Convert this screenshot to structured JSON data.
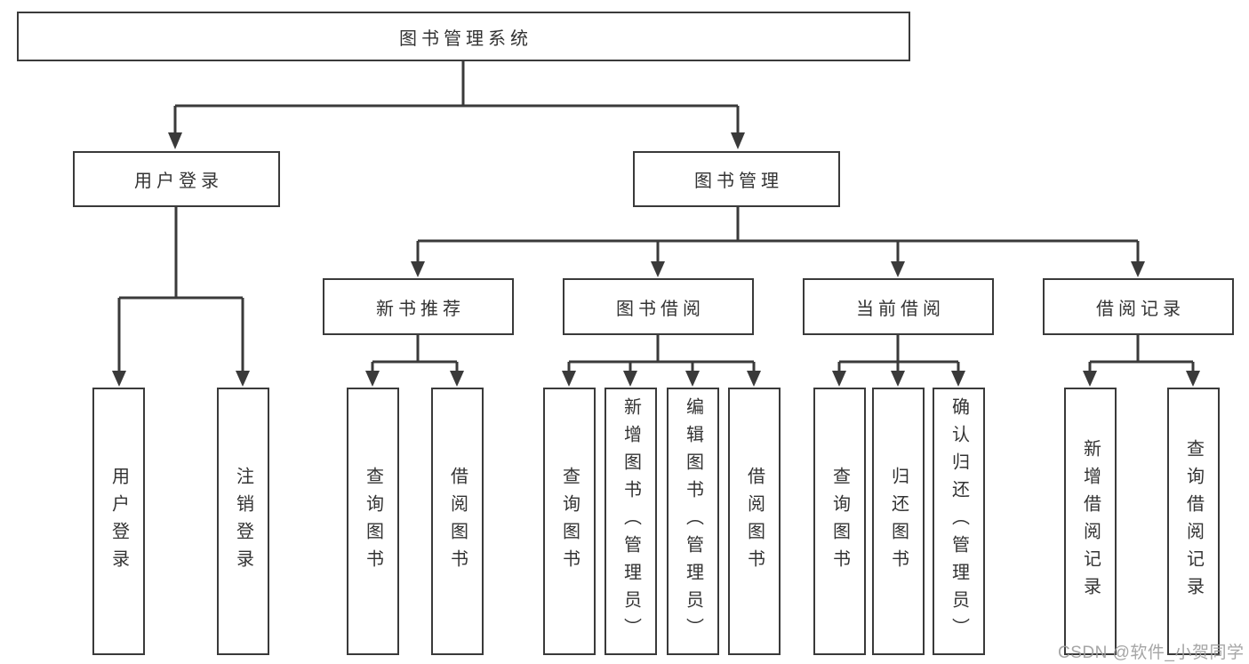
{
  "title": "图书管理系统",
  "colors": {
    "line": "#3a3a3a",
    "box_border": "#3a3a3a",
    "text": "#333333",
    "watermark": "#9e9e9e",
    "background": "#ffffff"
  },
  "nodes": {
    "root": {
      "label": "图书管理系统"
    },
    "level2": [
      {
        "label": "用户登录"
      },
      {
        "label": "图书管理"
      }
    ],
    "level3": [
      {
        "label": "新书推荐",
        "parent": "图书管理"
      },
      {
        "label": "图书借阅",
        "parent": "图书管理"
      },
      {
        "label": "当前借阅",
        "parent": "图书管理"
      },
      {
        "label": "借阅记录",
        "parent": "图书管理"
      }
    ],
    "leaves": [
      {
        "label": "用户登录",
        "parent": "用户登录"
      },
      {
        "label": "注销登录",
        "parent": "用户登录"
      },
      {
        "label": "查询图书",
        "parent": "新书推荐"
      },
      {
        "label": "借阅图书",
        "parent": "新书推荐"
      },
      {
        "label": "查询图书",
        "parent": "图书借阅"
      },
      {
        "label": "新增图书（管理员）",
        "parent": "图书借阅"
      },
      {
        "label": "编辑图书（管理员）",
        "parent": "图书借阅"
      },
      {
        "label": "借阅图书",
        "parent": "图书借阅"
      },
      {
        "label": "查询图书",
        "parent": "当前借阅"
      },
      {
        "label": "归还图书",
        "parent": "当前借阅"
      },
      {
        "label": "确认归还（管理员）",
        "parent": "当前借阅"
      },
      {
        "label": "新增借阅记录",
        "parent": "借阅记录"
      },
      {
        "label": "查询借阅记录",
        "parent": "借阅记录"
      }
    ]
  },
  "watermark": {
    "text": "CSDN @软件_小贺同学"
  }
}
